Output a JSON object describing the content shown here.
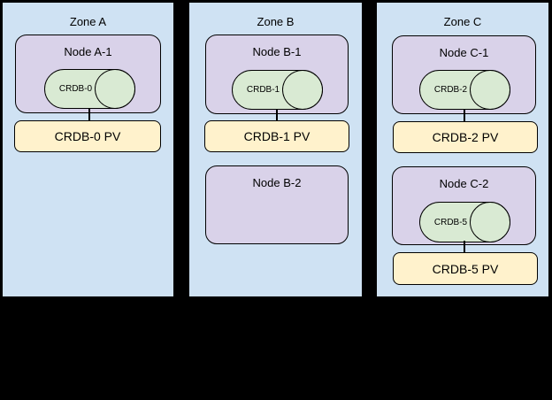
{
  "colors": {
    "background": "#000000",
    "zone_fill": "#cfe2f3",
    "node_fill": "#d9d2e9",
    "db_fill": "#d9ead3",
    "pv_fill": "#fff2cc",
    "border": "#000000"
  },
  "zones": [
    {
      "label": "Zone A",
      "nodes": [
        {
          "label": "Node A-1",
          "db_label": "CRDB-0",
          "pv_label": "CRDB-0 PV"
        }
      ]
    },
    {
      "label": "Zone B",
      "nodes": [
        {
          "label": "Node B-1",
          "db_label": "CRDB-1",
          "pv_label": "CRDB-1 PV"
        },
        {
          "label": "Node B-2"
        }
      ]
    },
    {
      "label": "Zone C",
      "nodes": [
        {
          "label": "Node C-1",
          "db_label": "CRDB-2",
          "pv_label": "CRDB-2 PV"
        },
        {
          "label": "Node C-2",
          "db_label": "CRDB-5",
          "pv_label": "CRDB-5 PV"
        }
      ]
    }
  ]
}
